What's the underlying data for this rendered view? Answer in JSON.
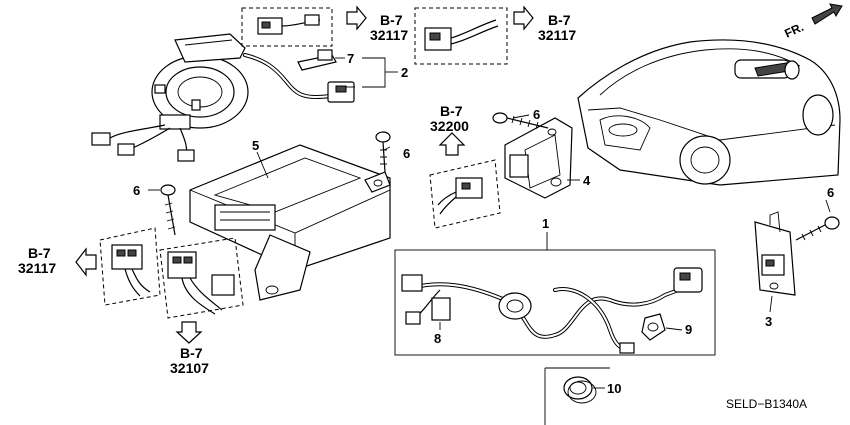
{
  "diagram": {
    "part_code": "SELD−B1340A",
    "front_label": "FR.",
    "references": [
      {
        "id": "ref-top-left",
        "section": "B-7",
        "page": "32117"
      },
      {
        "id": "ref-top-right",
        "section": "B-7",
        "page": "32117"
      },
      {
        "id": "ref-center",
        "section": "B-7",
        "page": "32200"
      },
      {
        "id": "ref-left",
        "section": "B-7",
        "page": "32117"
      },
      {
        "id": "ref-bottom",
        "section": "B-7",
        "page": "32107"
      }
    ],
    "callouts": {
      "c1": "1",
      "c2": "2",
      "c3": "3",
      "c4": "4",
      "c5": "5",
      "c6a": "6",
      "c6b": "6",
      "c6c": "6",
      "c6d": "6",
      "c7": "7",
      "c8": "8",
      "c9": "9",
      "c10": "10"
    }
  }
}
